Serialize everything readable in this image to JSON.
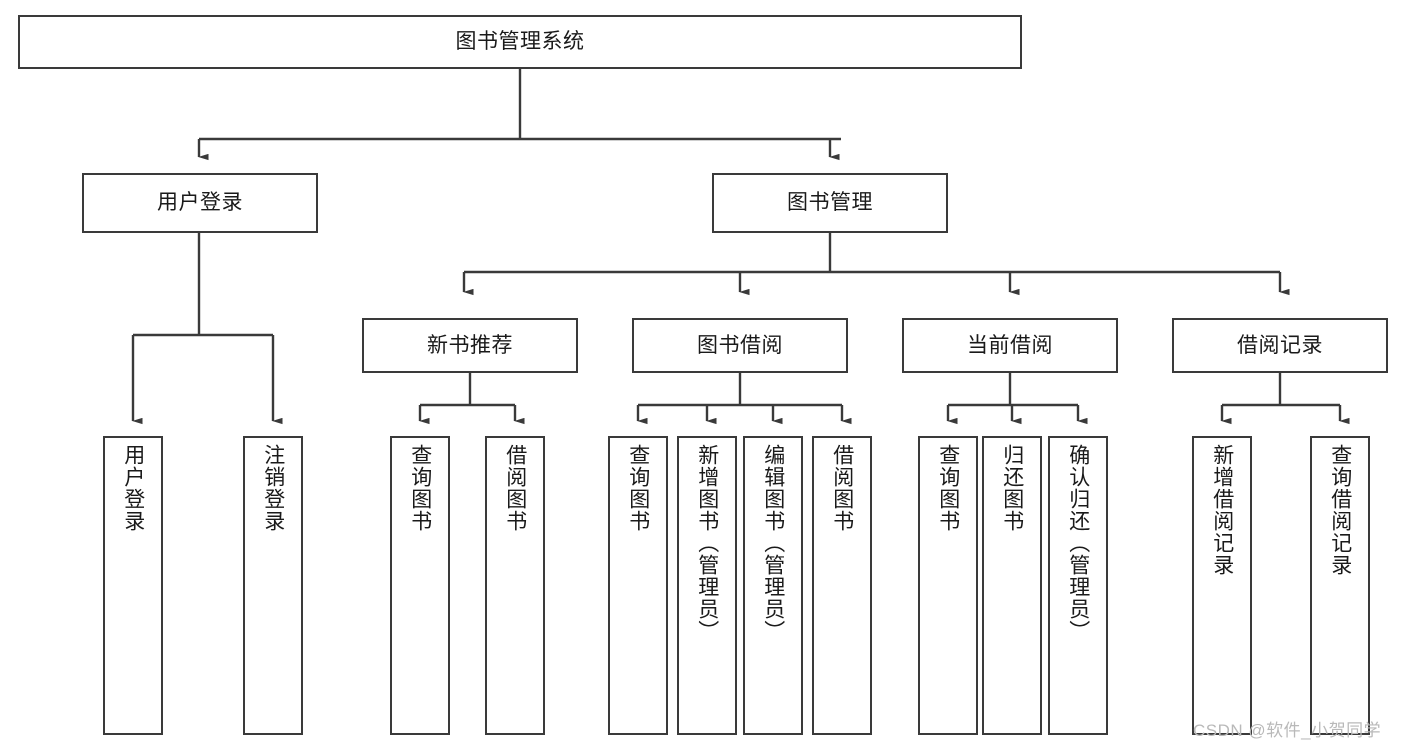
{
  "diagram": {
    "title": "图书管理系统",
    "type": "hierarchy-tree",
    "colors": {
      "stroke": "#3a3a3a",
      "fill": "#ffffff",
      "text": "#1a1a1a",
      "watermark": "#b9b9b9"
    },
    "levels": {
      "root": {
        "label": "图书管理系统"
      },
      "level2": [
        {
          "label": "用户登录"
        },
        {
          "label": "图书管理"
        }
      ],
      "level3": [
        {
          "label": "新书推荐"
        },
        {
          "label": "图书借阅"
        },
        {
          "label": "当前借阅"
        },
        {
          "label": "借阅记录"
        }
      ],
      "leaves": [
        {
          "label": "用户登录",
          "parent": "用户登录"
        },
        {
          "label": "注销登录",
          "parent": "用户登录"
        },
        {
          "label": "查询图书",
          "parent": "新书推荐"
        },
        {
          "label": "借阅图书",
          "parent": "新书推荐"
        },
        {
          "label": "查询图书",
          "parent": "图书借阅"
        },
        {
          "label": "新增图书（管理员）",
          "parent": "图书借阅"
        },
        {
          "label": "编辑图书（管理员）",
          "parent": "图书借阅"
        },
        {
          "label": "借阅图书",
          "parent": "图书借阅"
        },
        {
          "label": "查询图书",
          "parent": "当前借阅"
        },
        {
          "label": "归还图书",
          "parent": "当前借阅"
        },
        {
          "label": "确认归还（管理员）",
          "parent": "当前借阅"
        },
        {
          "label": "新增借阅记录",
          "parent": "借阅记录"
        },
        {
          "label": "查询借阅记录",
          "parent": "借阅记录"
        }
      ]
    }
  },
  "watermark": {
    "text": "CSDN @软件_小贺同学"
  }
}
